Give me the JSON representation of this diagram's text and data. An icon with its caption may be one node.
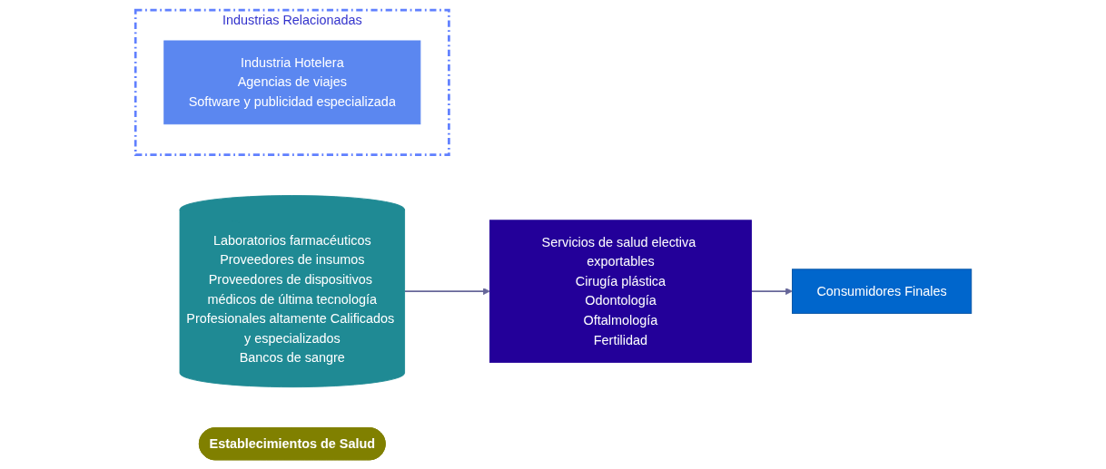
{
  "diagram": {
    "nodes": [
      {
        "text": [
          "Laboratorios farmacéuticos",
          "Proveedores de insumos",
          "Proveedores de dispositivos médicos de última tecnología",
          "Profesionales altamente Calificados y especializados",
          "Bancos de sangre"
        ]
      },
      {
        "text": [
          "Establecimientos de Salud"
        ]
      },
      {
        "text": [
          "Servicios de salud electiva exportables",
          "Cirugía plástica",
          "Odontología",
          "Oftalmología",
          "Fertilidad"
        ]
      },
      {
        "text": [
          "Industrias Relacionadas"
        ]
      },
      {
        "text": [
          "Industria Hotelera",
          "Agencias de viajes",
          "Software y publicidad especializada"
        ],
        "in": 3
      },
      {
        "text": [
          "Consumidores Finales"
        ]
      }
    ],
    "edges": [
      {
        "from": 0,
        "to": 2,
        "arrow": "to"
      },
      {
        "from": 2,
        "to": 5,
        "arrow": "to"
      }
    ]
  }
}
